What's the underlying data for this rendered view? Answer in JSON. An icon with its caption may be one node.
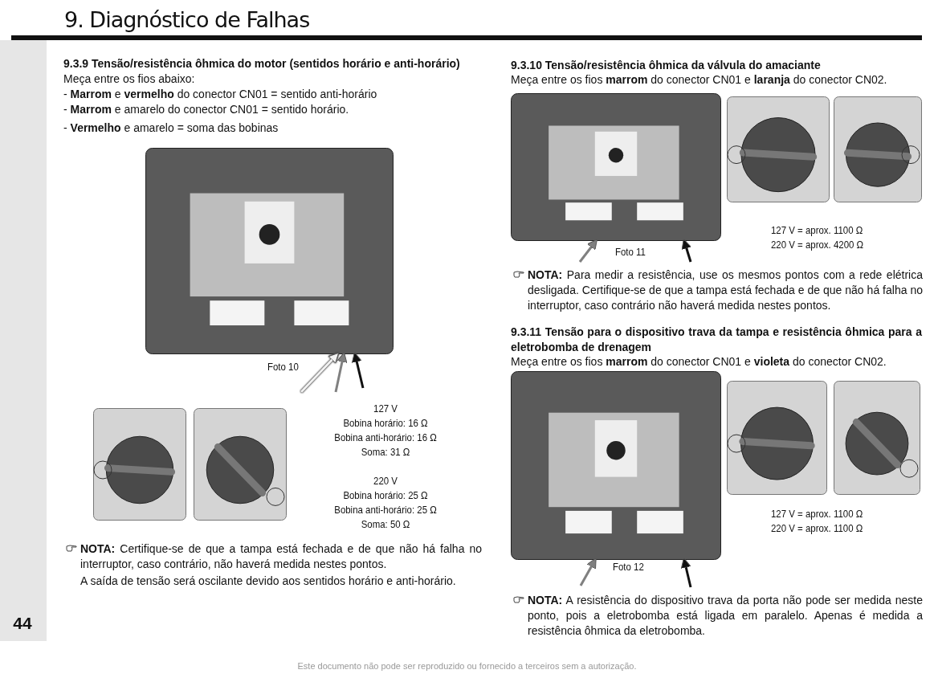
{
  "diagram": {
    "title": "9. Diagnóstico de Falhas",
    "nodes": [
      {
        "text": [],
        "shape": "picture",
        "beside": [
          "Foto 10"
        ]
      },
      {
        "text": [],
        "shape": "picture"
      },
      {
        "text": [],
        "shape": "picture"
      },
      {
        "text": [],
        "shape": "picture",
        "beside": [
          "Foto 11"
        ]
      },
      {
        "text": [],
        "shape": "picture"
      },
      {
        "text": [],
        "shape": "picture"
      },
      {
        "text": [],
        "shape": "picture",
        "beside": [
          "Foto 12"
        ]
      },
      {
        "text": [],
        "shape": "picture"
      },
      {
        "text": [],
        "shape": "picture"
      }
    ],
    "edges": [
      {
        "from": null,
        "to": 0,
        "arrow": "to",
        "color": "#f2f2f2"
      },
      {
        "from": null,
        "to": 0,
        "arrow": "to",
        "color": "#808080"
      },
      {
        "from": null,
        "to": 0,
        "arrow": "to",
        "color": "#111111"
      },
      {
        "from": null,
        "to": 3,
        "arrow": "to",
        "color": "#808080"
      },
      {
        "from": null,
        "to": 3,
        "arrow": "to",
        "color": "#111111"
      },
      {
        "from": null,
        "to": 6,
        "arrow": "to",
        "color": "#808080"
      },
      {
        "from": null,
        "to": 6,
        "arrow": "to",
        "color": "#111111"
      }
    ],
    "labels": [
      "9.3.9 Tensão/resistência ôhmica do motor (sentidos horário e anti-horário)",
      "Meça entre os fios abaixo:",
      "- **Marrom** e **vermelho** do conector CN01 = sentido anti-horário",
      "- **Marrom** e amarelo do conector CN01 = sentido horário.",
      "- **Vermelho** e amarelo = soma das bobinas",
      "127 V",
      "Bobina horário: 16 Ω",
      "Bobina anti-horário: 16 Ω",
      "Soma: 31 Ω",
      "220 V",
      "Bobina horário: 25 Ω",
      "Bobina anti-horário: 25 Ω",
      "Soma: 50 Ω",
      "**NOTA:** Certifique-se de que a tampa está fechada e de que não há falha no interruptor, caso contrário, não haverá medida nestes pontos.",
      "A saída de tensão será oscilante devido aos sentidos horário e anti-horário.",
      "44",
      "9.3.10 Tensão/resistência ôhmica da válvula do amaciante",
      "Meça entre os fios **marrom** do conector CN01 e **laranja** do conector CN02.",
      "127 V = aprox. 1100 Ω",
      "220 V = aprox. 4200 Ω",
      "**NOTA:** Para medir a resistência, use os mesmos pontos com a rede elétrica desligada. Certifique-se de que a tampa está fechada e de que não há falha no interruptor, caso contrário não haverá medida nestes pontos.",
      "9.3.11 Tensão para o dispositivo trava da tampa e resistência ôhmica para a eletrobomba de drenagem",
      "Meça entre os fios **marrom** do conector CN01 e **violeta** do conector CN02.",
      "127 V = aprox. 1100 Ω",
      "220 V = aprox. 1100 Ω",
      "**NOTA:** A resistência do dispositivo trava da porta não pode ser medida neste ponto, pois a eletrobomba está ligada em paralelo. Apenas é medida a resistência ôhmica da eletrobomba.",
      "Este documento não pode ser reproduzido ou fornecido a terceiros sem a autorização."
    ]
  }
}
